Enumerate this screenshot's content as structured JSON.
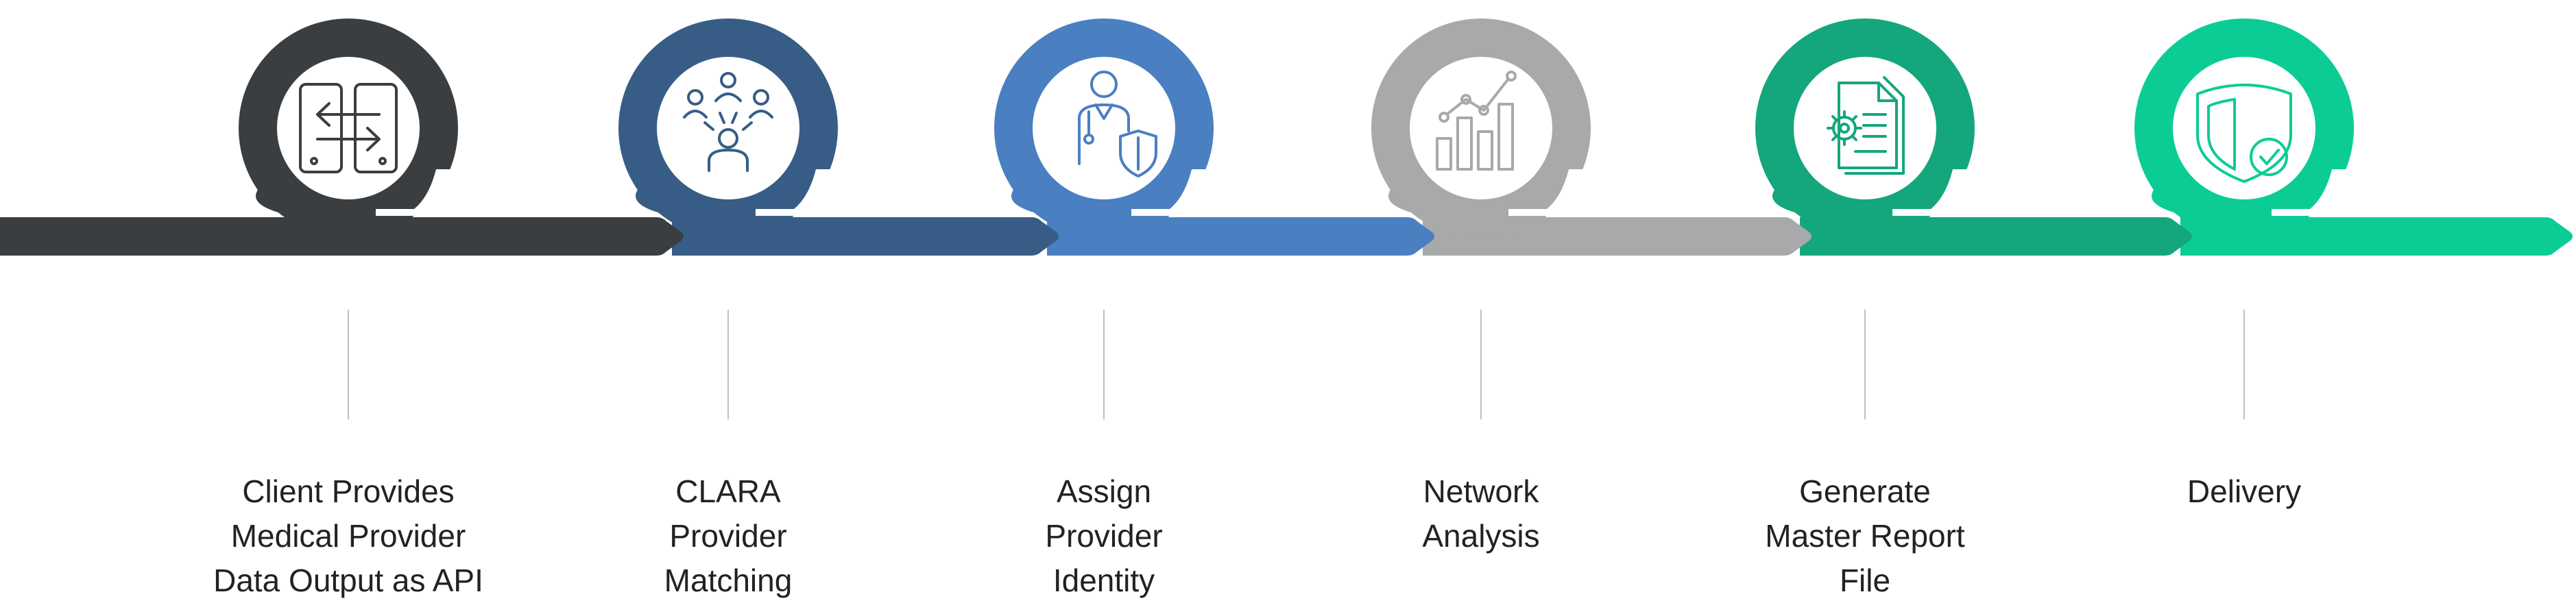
{
  "steps": [
    {
      "id": "client-provides",
      "color": "#3b3e40",
      "icon": "data-exchange-icon",
      "label": [
        "Client Provides",
        "Medical Provider",
        "Data Output as API"
      ]
    },
    {
      "id": "clara-matching",
      "color": "#375d86",
      "icon": "people-network-icon",
      "label": [
        "CLARA",
        "Provider",
        "Matching"
      ]
    },
    {
      "id": "assign-identity",
      "color": "#4a7fc1",
      "icon": "doctor-shield-icon",
      "label": [
        "Assign",
        "Provider",
        "Identity"
      ]
    },
    {
      "id": "network-analysis",
      "color": "#a8a9ab",
      "icon": "bar-chart-trend-icon",
      "label": [
        "Network",
        "Analysis"
      ]
    },
    {
      "id": "generate-report",
      "color": "#14a67c",
      "icon": "report-gear-icon",
      "label": [
        "Generate",
        "Master Report",
        "File"
      ]
    },
    {
      "id": "delivery",
      "color": "#0ccc96",
      "icon": "shield-check-icon",
      "label": [
        "Delivery"
      ]
    }
  ]
}
